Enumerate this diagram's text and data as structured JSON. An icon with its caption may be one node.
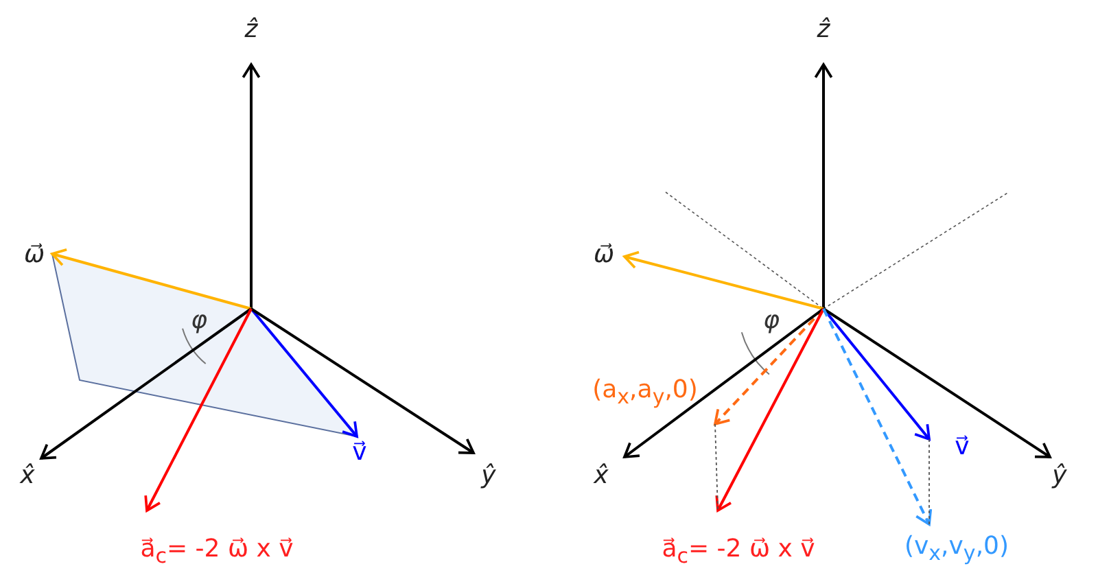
{
  "diagram": {
    "nodes": [
      {
        "text": [
          "ẑ"
        ]
      },
      {
        "text": [
          "ω⃗"
        ]
      },
      {
        "text": [
          "x̂"
        ]
      },
      {
        "text": [
          "v⃗"
        ]
      },
      {
        "text": [
          "ŷ"
        ]
      },
      {
        "text": [
          "a⃗$_{c}$= -2 ω⃗ x v⃗"
        ]
      },
      {
        "text": [
          "ẑ"
        ]
      },
      {
        "text": [
          "ω⃗"
        ]
      },
      {
        "text": [
          "(a$_{x}$,a$_{y}$,0)"
        ]
      },
      {
        "text": [
          "v⃗"
        ]
      },
      {
        "text": [
          "x̂"
        ]
      },
      {
        "text": [
          "ŷ"
        ]
      },
      {
        "text": [
          "a⃗$_{c}$= -2 ω⃗ x v⃗"
        ]
      },
      {
        "text": [
          "(v$_{x}$,v$_{y}$,0)"
        ]
      }
    ],
    "edges": [
      {
        "from": null,
        "to": 0,
        "arrow": "to"
      },
      {
        "from": null,
        "to": 1,
        "arrow": "to",
        "color": "#ffb300"
      },
      {
        "from": null,
        "to": 2,
        "arrow": "to"
      },
      {
        "from": null,
        "to": 3,
        "arrow": "to",
        "color": "#0000ff"
      },
      {
        "from": null,
        "to": 4,
        "arrow": "to"
      },
      {
        "from": null,
        "to": 5,
        "arrow": "to",
        "color": "#ff0000"
      },
      {
        "from": null,
        "to": 6,
        "arrow": "to"
      },
      {
        "from": null,
        "to": 7,
        "arrow": "to",
        "color": "#ffb300"
      },
      {
        "from": null,
        "to": 8,
        "arrow": "to",
        "style": "dashed",
        "color": "#ff6a13"
      },
      {
        "from": null,
        "to": 9,
        "arrow": "to",
        "color": "#0000ff"
      },
      {
        "from": null,
        "to": 10,
        "arrow": "to"
      },
      {
        "from": null,
        "to": 11,
        "arrow": "to"
      },
      {
        "from": null,
        "to": 12,
        "arrow": "to",
        "color": "#ff0000"
      },
      {
        "from": null,
        "to": 13,
        "arrow": "to",
        "style": "dashed",
        "color": "#3399ff"
      },
      {
        "from": 8,
        "to": 12,
        "arrow": "none",
        "style": "dashed",
        "color": "#555555"
      },
      {
        "from": 9,
        "to": 13,
        "arrow": "none",
        "style": "dashed",
        "color": "#555555"
      }
    ],
    "labels": [
      "φ",
      "φ"
    ]
  }
}
